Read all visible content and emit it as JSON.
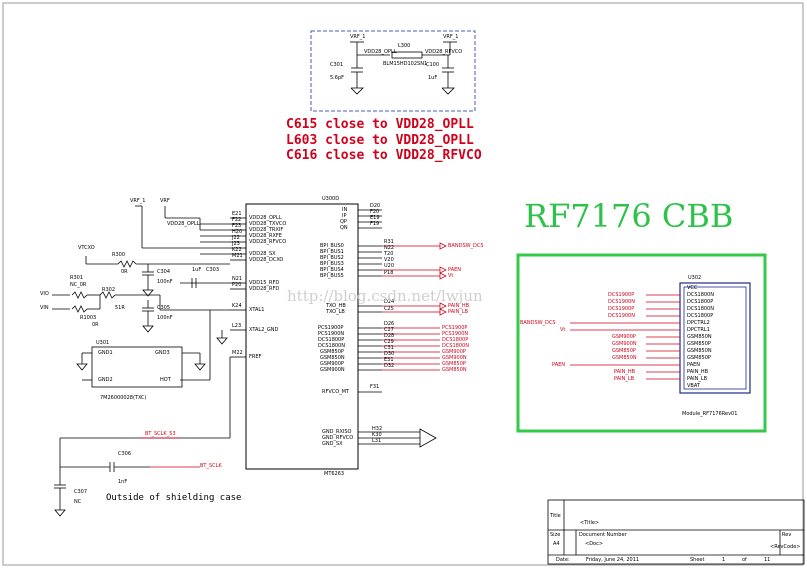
{
  "notes": [
    "C615 close to VDD28_OPLL",
    "L603 close to VDD28_OPLL",
    "C616 close to VDD28_RFVCO"
  ],
  "cbb_title": "RF7176 CBB",
  "watermark": "http://blog.csdn.net/lwjun",
  "shield_note": "Outside of shielding case",
  "top_block": {
    "vrf_left": "VRF_1",
    "vrf_right": "VRF_1",
    "net_left": "VDD28_OPLL",
    "net_right": "VDD28_RFVCO",
    "l_ref": "L300",
    "l_part": "BLM15HD102SN1",
    "c_left_ref": "C301",
    "c_left_val": "5.6pF",
    "c_right_ref": "C100",
    "c_right_val": "1uF"
  },
  "main_ic": {
    "ref": "U300D",
    "part": "MT6263",
    "left_pins": [
      "VDD28_OPLL",
      "VDD28_TXVCO",
      "VDD28_TRXIF",
      "VDD28_RXFE",
      "VDD28_RFVCO",
      "VDD28_SX",
      "VDD28_DCXO",
      "VDD15_RFD",
      "VDD28_RFD",
      "XTAL1",
      "XTAL2_GND",
      "FREF"
    ],
    "left_pin_nums": [
      "E21",
      "F22",
      "F23",
      "H20",
      "J22",
      "J23",
      "K22",
      "M21",
      "N21",
      "P20",
      "K24",
      "L23",
      "M22"
    ],
    "right_pins": [
      "IN",
      "IP",
      "QP",
      "QN",
      "BPI_BUS0",
      "BPI_BUS1",
      "BPI_BUS2",
      "BPI_BUS3",
      "BPI_BUS4",
      "BPI_BUS5",
      "TXO_HB",
      "TXO_LB",
      "PCS1900P",
      "PCS1900N",
      "DCS1800P",
      "DCS1800N",
      "GSM850P",
      "GSM850N",
      "GSM900P",
      "GSM900N",
      "RFVCO_MT",
      "GND_RXISO",
      "GND_RFVCO",
      "GND_SX"
    ],
    "right_pin_nums": [
      "D20",
      "F20",
      "E19",
      "F19",
      "R31",
      "N22",
      "T20",
      "V20",
      "U20",
      "P18",
      "D24",
      "C25",
      "D26",
      "C27",
      "D28",
      "C29",
      "C31",
      "D30",
      "E31",
      "D32",
      "F31",
      "H32",
      "K30",
      "L31"
    ]
  },
  "right_nets": [
    "BANDSW_DCS",
    "PAEN",
    "Vt",
    "PAIN_HB",
    "PAIN_LB",
    "PCS1900P",
    "PCS1900N",
    "DCS1800P",
    "DCS1800N",
    "GSM900P",
    "GSM900N",
    "GSM850P",
    "GSM850N"
  ],
  "left_parts": {
    "vrf_a": "VRF_1",
    "vrf_b": "VRF",
    "opll_net": "VDD28_OPLL",
    "vtcxo": "VTCXO",
    "r300": "R300",
    "r300_val": "0R",
    "c304": "C304",
    "c304_val": "100nF",
    "c303": "C303",
    "c303_val": "1uF",
    "r301": "R301",
    "r301_val": "NC_0R",
    "r302": "R302",
    "r302_val": "51R",
    "r1003": "R1003",
    "r1003_val": "0R",
    "c305": "C305",
    "c305_val": "100nF",
    "vio": "VIO",
    "vin": "VIN",
    "xtal_ref": "U301",
    "xtal_part": "7M26000028(TXC)",
    "xtal_pins": [
      "GND1",
      "GND3",
      "GND2",
      "HOT"
    ],
    "bt_net": "BT_SCLK_53",
    "bt_sclk": "BT_SCLK",
    "c306": "C306",
    "c306_val": "1nF",
    "c307": "C307",
    "c307_val": "NC"
  },
  "module": {
    "ref": "U302",
    "part": "Module_RF7176Rev01",
    "pins": [
      "VCC",
      "DCS1800N",
      "DCS1800P",
      "DCS1800N",
      "DCS1800P",
      "DPCTRL2",
      "DPCTRL1",
      "GSM850N",
      "GSM850P",
      "GSM850N",
      "GSM850P",
      "PAEN",
      "PAIN_HB",
      "PAIN_LB",
      "VBAT"
    ],
    "left_nets": [
      "DCS1900P",
      "DCS1900N",
      "DCS1900P",
      "DCS1900N",
      "BANDSW_DCS",
      "Vt",
      "GSM900P",
      "GSM900N",
      "GSM850P",
      "GSM850N",
      "PAEN",
      "PAIN_HB",
      "PAIN_LB"
    ]
  },
  "title_block": {
    "title_label": "Title",
    "title_value": "<Title>",
    "size_label": "Size",
    "size_value": "A4",
    "docnum_label": "Document Number",
    "docnum_value": "<Doc>",
    "rev_label": "Rev",
    "rev_value": "<RevCode>",
    "date_label": "Date:",
    "date_value": "Friday, June 24, 2011",
    "sheet_label": "Sheet",
    "sheet_value": "1",
    "of_label": "of",
    "of_value": "11"
  }
}
